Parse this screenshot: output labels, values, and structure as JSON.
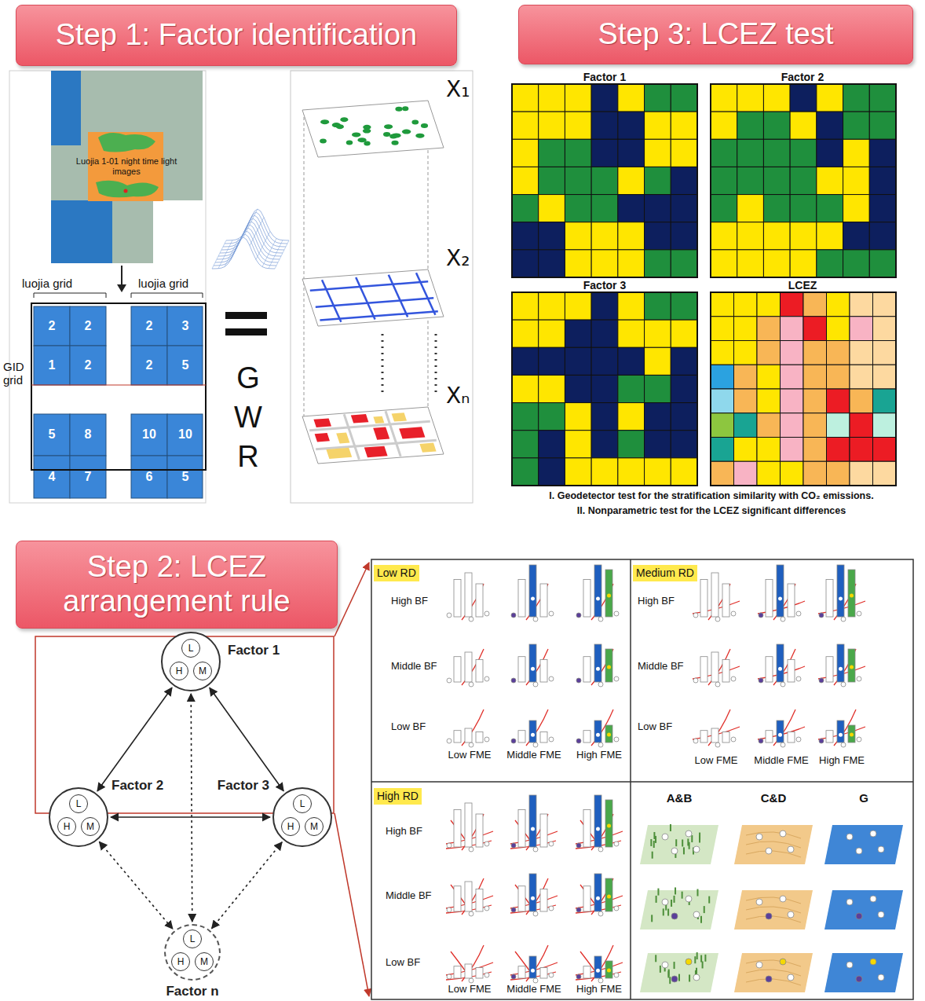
{
  "diagram": {
    "nodes": [
      {
        "text": [
          "Step 1: Factor identification"
        ]
      },
      {
        "text": [
          "Step 3: LCEZ test"
        ]
      },
      {
        "text": [
          "Step 2: LCEZ arrangement rule"
        ]
      },
      {
        "text": [
          "Factor 1"
        ]
      },
      {
        "text": [
          "L"
        ],
        "in": 3
      },
      {
        "text": [
          "H"
        ],
        "in": 3
      },
      {
        "text": [
          "M"
        ],
        "in": 3
      },
      {
        "text": [
          "Factor 2"
        ]
      },
      {
        "text": [
          "L"
        ],
        "in": 7
      },
      {
        "text": [
          "H"
        ],
        "in": 7
      },
      {
        "text": [
          "M"
        ],
        "in": 7
      },
      {
        "text": [
          "Factor 3"
        ]
      },
      {
        "text": [
          "L"
        ],
        "in": 11
      },
      {
        "text": [
          "H"
        ],
        "in": 11
      },
      {
        "text": [
          "M"
        ],
        "in": 11
      },
      {
        "text": [
          "Factor n"
        ]
      },
      {
        "text": [
          "L"
        ],
        "in": 15
      },
      {
        "text": [
          "H"
        ],
        "in": 15
      },
      {
        "text": [
          "M"
        ],
        "in": 15
      },
      {
        "text": [
          "Low RD"
        ]
      },
      {
        "text": [
          "Medium RD"
        ]
      },
      {
        "text": [
          "High RD"
        ]
      }
    ],
    "edges": [
      {
        "from": 3,
        "to": 7,
        "arrow": "both"
      },
      {
        "from": 3,
        "to": 11,
        "arrow": "both"
      },
      {
        "from": 7,
        "to": 11,
        "arrow": "both"
      },
      {
        "from": 3,
        "to": 15,
        "arrow": "both"
      },
      {
        "from": 7,
        "to": 15,
        "arrow": "both"
      },
      {
        "from": 11,
        "to": 15,
        "arrow": "both"
      }
    ],
    "labels": [
      "Luojia 1-01 night time light images",
      "luojia grid",
      "luojia grid",
      "GID grid",
      "2",
      "2",
      "2",
      "3",
      "1",
      "2",
      "2",
      "5",
      "5",
      "8",
      "10",
      "10",
      "4",
      "7",
      "6",
      "5",
      "G",
      "W",
      "R",
      "X₁",
      "X₂",
      "Xₙ",
      "Factor 1",
      "Factor 2",
      "Factor 3",
      "LCEZ",
      "I. Geodetector test for the stratification similarity with CO₂ emissions.",
      "II. Nonparametric test for the LCEZ significant differences",
      "High BF",
      "Middle BF",
      "Low BF",
      "Low FME",
      "Middle FME",
      "High FME",
      "High BF",
      "Middle BF",
      "Low BF",
      "Low FME",
      "Middle FME",
      "High FME",
      "High BF",
      "Middle BF",
      "Low BF",
      "Low FME",
      "Middle FME",
      "High FME",
      "A&B",
      "C&D",
      "G"
    ]
  }
}
